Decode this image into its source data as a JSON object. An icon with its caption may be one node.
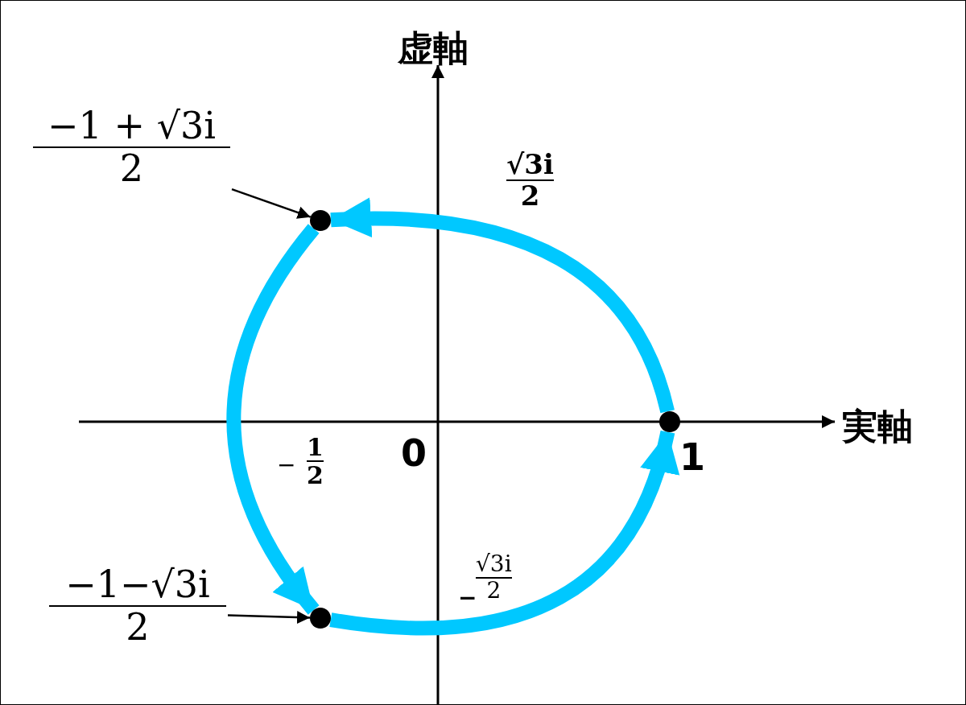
{
  "diagram": {
    "nodes": [
      {
        "text": [
          "−1 + √3i",
          "2"
        ]
      },
      {
        "text": [],
        "shape": "circle"
      },
      {
        "text": [
          "−1−√3i",
          "2"
        ]
      },
      {
        "text": [],
        "shape": "circle"
      },
      {
        "text": [],
        "shape": "circle"
      }
    ],
    "edges": [
      {
        "from": 0,
        "to": 1,
        "arrow": "to",
        "color": "#000000"
      },
      {
        "from": 2,
        "to": 3,
        "arrow": "to",
        "color": "#000000"
      },
      {
        "from": 4,
        "to": 1,
        "arrow": "to"
      },
      {
        "from": 1,
        "to": 3,
        "arrow": "to"
      },
      {
        "from": 3,
        "to": 4,
        "arrow": "to"
      }
    ],
    "labels": [
      "虚軸",
      "√3i",
      "2",
      "実軸",
      "0",
      "−",
      "1",
      "2",
      "1",
      "−",
      "√3i",
      "2"
    ]
  }
}
